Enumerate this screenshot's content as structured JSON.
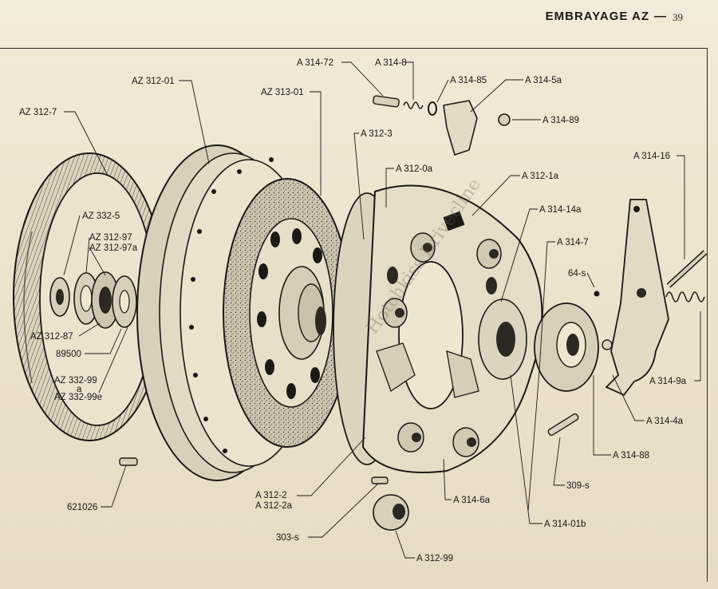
{
  "header": {
    "title": "EMBRAYAGE AZ",
    "page_number": "39"
  },
  "watermark": "Hotchkiss Drivecline",
  "labels": [
    {
      "id": "az312-7",
      "text": "AZ 312-7"
    },
    {
      "id": "az312-01",
      "text": "AZ 312-01"
    },
    {
      "id": "az313-01",
      "text": "AZ 313-01"
    },
    {
      "id": "a314-72",
      "text": "A 314-72"
    },
    {
      "id": "a314-8",
      "text": "A 314-8"
    },
    {
      "id": "a314-85",
      "text": "A 314-85"
    },
    {
      "id": "a314-5a",
      "text": "A 314-5a"
    },
    {
      "id": "a314-89",
      "text": "A 314-89"
    },
    {
      "id": "a312-3",
      "text": "A 312-3"
    },
    {
      "id": "a312-0a",
      "text": "A 312-0a"
    },
    {
      "id": "a312-1a",
      "text": "A 312-1a"
    },
    {
      "id": "a314-16",
      "text": "A 314-16"
    },
    {
      "id": "az332-5",
      "text": "AZ 332-5"
    },
    {
      "id": "az312-97",
      "text": "AZ 312-97"
    },
    {
      "id": "az312-97a",
      "text": "AZ 312-97a"
    },
    {
      "id": "a314-14a",
      "text": "A 314-14a"
    },
    {
      "id": "a314-7",
      "text": "A 314-7"
    },
    {
      "id": "64-s",
      "text": "64-s"
    },
    {
      "id": "az312-87",
      "text": "AZ 312-87"
    },
    {
      "id": "89500",
      "text": "89500"
    },
    {
      "id": "az332-99",
      "text": "AZ 332-99"
    },
    {
      "id": "a-mark",
      "text": "a"
    },
    {
      "id": "az332-99e",
      "text": "AZ 332-99e"
    },
    {
      "id": "a314-9a",
      "text": "A 314-9a"
    },
    {
      "id": "a314-4a",
      "text": "A 314-4a"
    },
    {
      "id": "a314-88",
      "text": "A 314-88"
    },
    {
      "id": "309-s",
      "text": "309-s"
    },
    {
      "id": "621026",
      "text": "621026"
    },
    {
      "id": "a312-2",
      "text": "A 312-2"
    },
    {
      "id": "a312-2a",
      "text": "A 312-2a"
    },
    {
      "id": "a314-6a",
      "text": "A 314-6a"
    },
    {
      "id": "a314-01b",
      "text": "A 314-01b"
    },
    {
      "id": "303-s",
      "text": "303-s"
    },
    {
      "id": "a312-99",
      "text": "A 312-99"
    }
  ]
}
